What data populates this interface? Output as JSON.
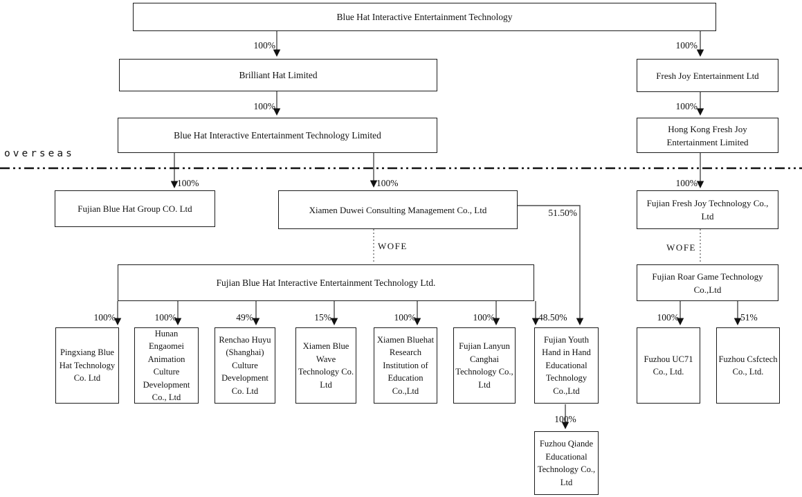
{
  "diagram": {
    "title_node": "Blue Hat Interactive Entertainment Technology",
    "region_label": "overseas",
    "nodes": {
      "parent": "Blue Hat Interactive Entertainment Technology",
      "brilliant": "Brilliant Hat Limited",
      "bhl": "Blue Hat Interactive Entertainment Technology Limited",
      "fresh_joy": "Fresh Joy Entertainment Ltd",
      "hk_fresh_joy": "Hong Kong Fresh Joy Entertainment Limited",
      "fujian_group": "Fujian Blue Hat Group CO. Ltd",
      "duwei": "Xiamen Duwei Consulting Management Co., Ltd",
      "fujian_fresh_joy": "Fujian Fresh Joy Technology Co., Ltd",
      "fujian_bluehat": "Fujian Blue Hat Interactive Entertainment Technology Ltd.",
      "roar_game": "Fujian Roar Game Technology Co.,Ltd",
      "pingxiang": "Pingxiang Blue Hat Technology Co. Ltd",
      "hunan": "Hunan Engaomei Animation Culture Development Co., Ltd",
      "renchao": "Renchao Huyu (Shanghai) Culture Development Co. Ltd",
      "xiamen_wave": "Xiamen Blue Wave Technology Co. Ltd",
      "xiamen_research": "Xiamen Bluehat Research Institution of Education Co.,Ltd",
      "lanyun": "Fujian Lanyun Canghai Technology Co., Ltd",
      "youth": "Fujian Youth Hand in Hand Educational Technology Co.,Ltd",
      "qiande": "Fuzhou Qiande Educational Technology Co., Ltd",
      "uc71": "Fuzhou UC71 Co., Ltd.",
      "csfctech": "Fuzhou Csfctech Co., Ltd."
    },
    "percentages": {
      "top_brilliant": "100%",
      "brilliant_bhl": "100%",
      "bhl_group": "100%",
      "bhl_duwei": "100%",
      "top_freshjoy": "100%",
      "freshjoy_hk": "100%",
      "hk_fjfreshjoy": "100%",
      "duwei_youth": "51.50%",
      "children": [
        "100%",
        "100%",
        "49%",
        "15%",
        "100%",
        "100%",
        "48.50%"
      ],
      "youth_qiande": "100%",
      "roar_uc71": "100%",
      "roar_csfctech": "51%"
    },
    "wofe_left": "WOFE",
    "wofe_right": "WOFE"
  }
}
